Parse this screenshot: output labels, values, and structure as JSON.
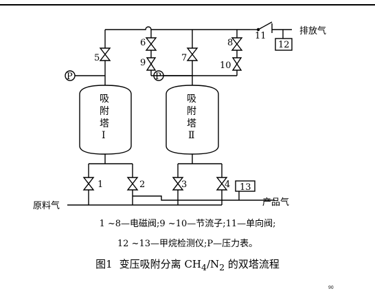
{
  "tower1": {
    "line1": "吸",
    "line2": "附",
    "line3": "塔",
    "line4": "Ⅰ"
  },
  "tower2": {
    "line1": "吸",
    "line2": "附",
    "line3": "塔",
    "line4": "Ⅱ"
  },
  "valves": [
    "1",
    "2",
    "3",
    "4",
    "5",
    "6",
    "7",
    "8"
  ],
  "throttles": [
    "9",
    "10"
  ],
  "check_valve": "11",
  "gauge_symbol": "P",
  "detectors": [
    "12",
    "13"
  ],
  "flows": {
    "exhaust": "排放气",
    "feed": "原料气",
    "product": "产品气"
  },
  "legend": {
    "line1": "1 ~8—电磁阀;9 ~10—节流子;11—单向阀;",
    "line2": "12 ~13—甲烷检测仪;P—压力表。"
  },
  "caption": {
    "number": "图1",
    "prefix": "变压吸附分离 CH",
    "sub1": "4",
    "slash": "/N",
    "sub2": "2",
    "suffix": " 的双塔流程"
  },
  "corner_ref": "90"
}
